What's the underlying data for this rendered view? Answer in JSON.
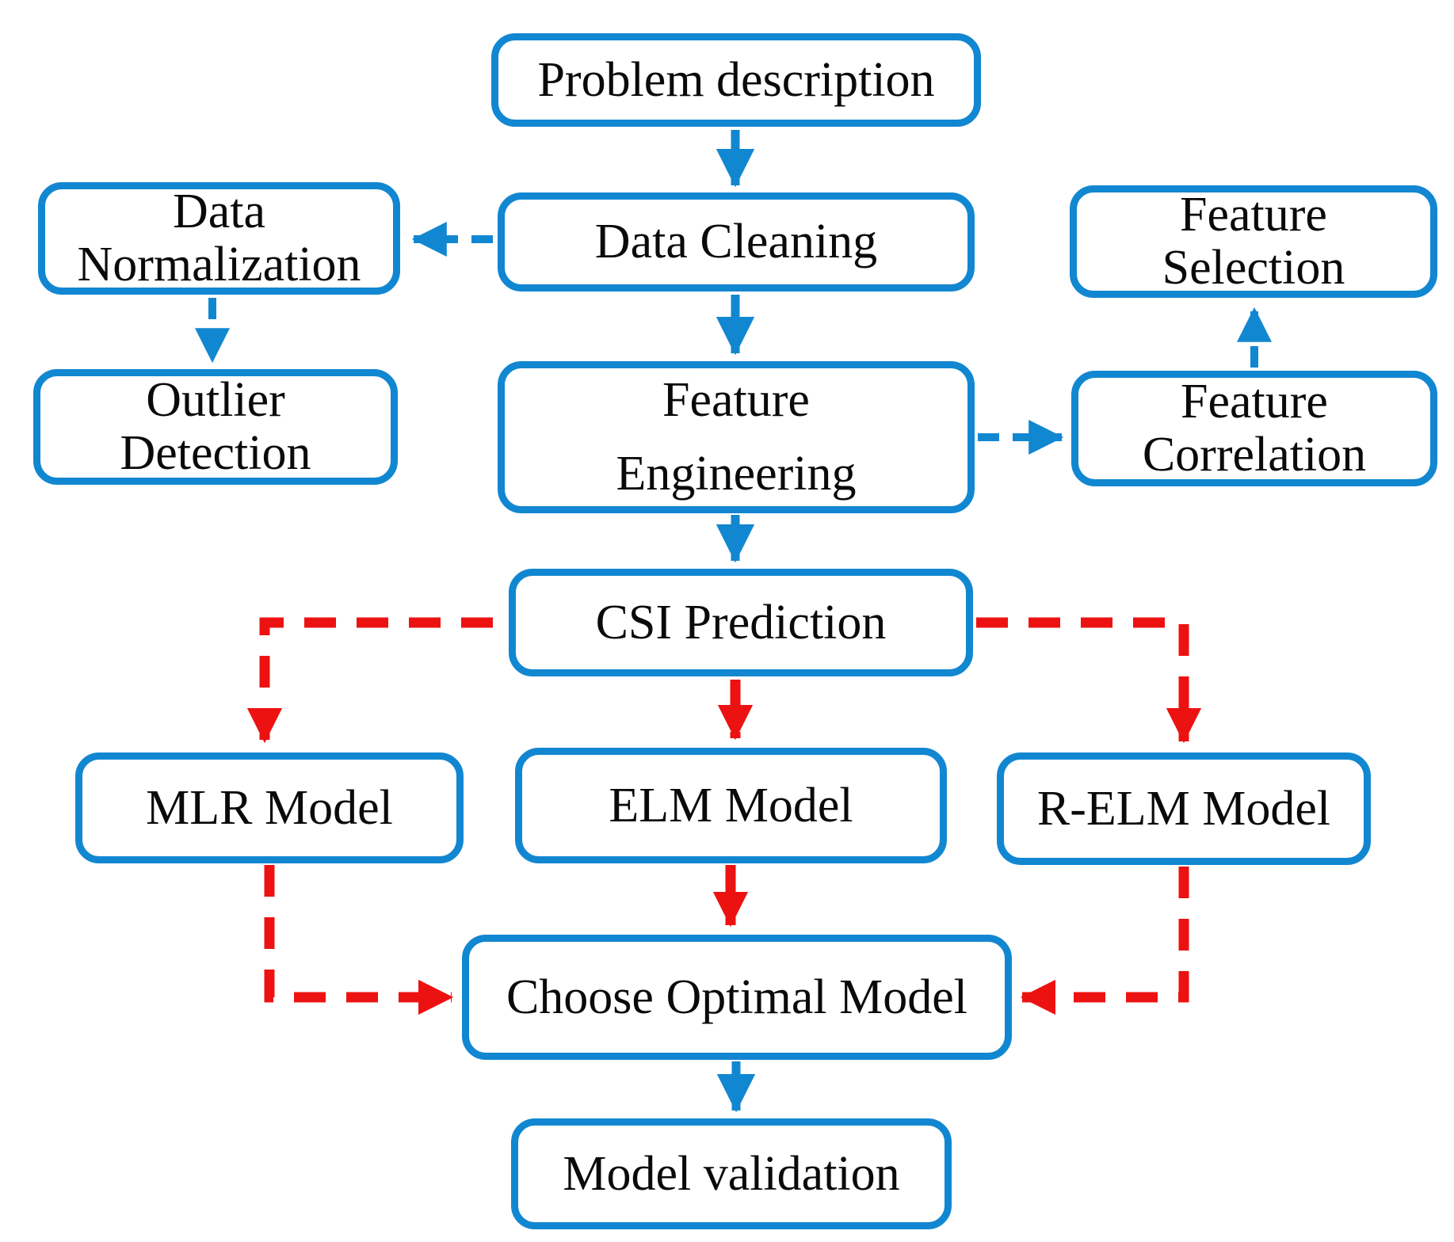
{
  "diagram": {
    "type": "flowchart",
    "colors": {
      "node_border": "#1287d1",
      "process_arrow": "#1287d1",
      "model_arrow": "#ed1212",
      "text": "#0a0a0a",
      "background": "#ffffff"
    },
    "nodes": {
      "problem_description": {
        "label": "Problem description"
      },
      "data_cleaning": {
        "label": "Data Cleaning"
      },
      "data_normalization": {
        "line1": "Data",
        "line2": "Normalization"
      },
      "outlier_detection": {
        "line1": "Outlier",
        "line2": "Detection"
      },
      "feature_selection": {
        "line1": "Feature",
        "line2": "Selection"
      },
      "feature_correlation": {
        "line1": "Feature",
        "line2": "Correlation"
      },
      "feature_engineering": {
        "line1": "Feature",
        "line2": "Engineering"
      },
      "csi_prediction": {
        "label": "CSI Prediction"
      },
      "mlr_model": {
        "label": "MLR Model"
      },
      "elm_model": {
        "label": "ELM Model"
      },
      "relm_model": {
        "label": "R-ELM Model"
      },
      "choose_optimal_model": {
        "label": "Choose Optimal Model"
      },
      "model_validation": {
        "label": "Model validation"
      }
    },
    "edges": [
      {
        "from": "Problem description",
        "to": "Data Cleaning",
        "style": "solid",
        "color": "blue"
      },
      {
        "from": "Data Cleaning",
        "to": "Data Normalization",
        "style": "dashed",
        "color": "blue"
      },
      {
        "from": "Data Normalization",
        "to": "Outlier Detection",
        "style": "dashed",
        "color": "blue"
      },
      {
        "from": "Data Cleaning",
        "to": "Feature Engineering",
        "style": "solid",
        "color": "blue"
      },
      {
        "from": "Feature Engineering",
        "to": "Feature Correlation",
        "style": "dashed",
        "color": "blue"
      },
      {
        "from": "Feature Correlation",
        "to": "Feature Selection",
        "style": "dashed",
        "color": "blue"
      },
      {
        "from": "Feature Engineering",
        "to": "CSI Prediction",
        "style": "solid",
        "color": "blue"
      },
      {
        "from": "CSI Prediction",
        "to": "MLR Model",
        "style": "dashed",
        "color": "red"
      },
      {
        "from": "CSI Prediction",
        "to": "ELM Model",
        "style": "dashed",
        "color": "red"
      },
      {
        "from": "CSI Prediction",
        "to": "R-ELM Model",
        "style": "dashed",
        "color": "red"
      },
      {
        "from": "MLR Model",
        "to": "Choose Optimal Model",
        "style": "dashed",
        "color": "red"
      },
      {
        "from": "ELM Model",
        "to": "Choose Optimal Model",
        "style": "dashed",
        "color": "red"
      },
      {
        "from": "R-ELM Model",
        "to": "Choose Optimal Model",
        "style": "dashed",
        "color": "red"
      },
      {
        "from": "Choose Optimal Model",
        "to": "Model validation",
        "style": "solid",
        "color": "blue"
      }
    ]
  }
}
